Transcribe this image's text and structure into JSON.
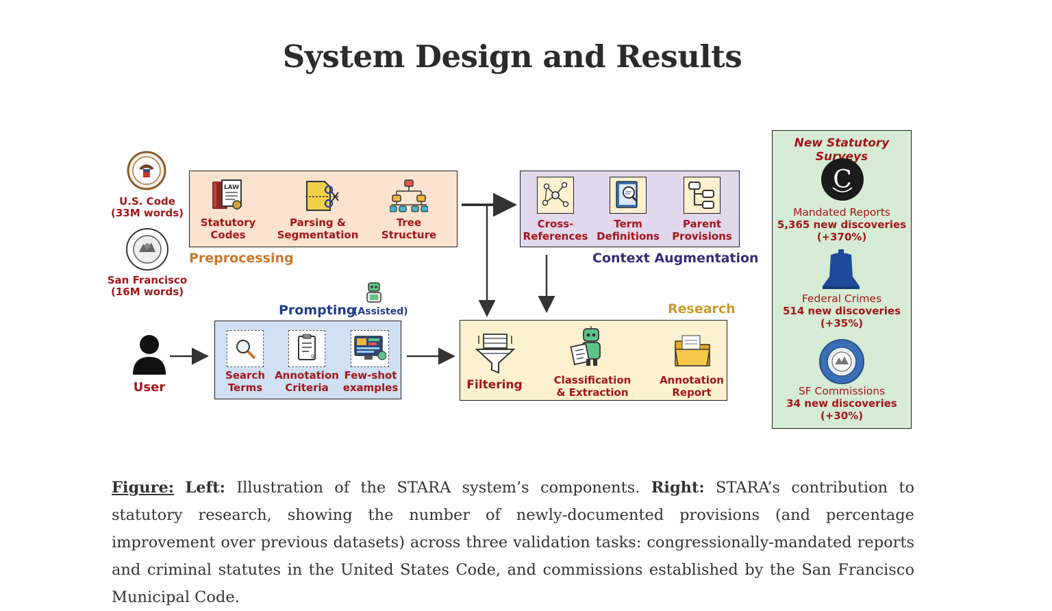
{
  "title": "System Design and Results",
  "sources": [
    {
      "name": "U.S. Code",
      "size": "(33M words)"
    },
    {
      "name": "San Francisco",
      "size": "(16M words)"
    }
  ],
  "preprocessing": {
    "label": "Preprocessing",
    "steps": [
      {
        "l1": "Statutory",
        "l2": "Codes",
        "icon": "law-book-icon"
      },
      {
        "l1": "Parsing &",
        "l2": "Segmentation",
        "icon": "scissors-document-icon"
      },
      {
        "l1": "Tree",
        "l2": "Structure",
        "icon": "tree-structure-icon"
      }
    ]
  },
  "context": {
    "label": "Context Augmentation",
    "steps": [
      {
        "l1": "Cross-",
        "l2": "References",
        "icon": "network-icon"
      },
      {
        "l1": "Term",
        "l2": "Definitions",
        "icon": "book-search-icon"
      },
      {
        "l1": "Parent",
        "l2": "Provisions",
        "icon": "hierarchy-icon"
      }
    ]
  },
  "prompting": {
    "label": "Prompting",
    "assisted": "(Assisted)",
    "steps": [
      {
        "l1": "Search",
        "l2": "Terms",
        "icon": "magnifier-icon"
      },
      {
        "l1": "Annotation",
        "l2": "Criteria",
        "icon": "checklist-icon"
      },
      {
        "l1": "Few-shot",
        "l2": "examples",
        "icon": "screen-examples-icon"
      }
    ]
  },
  "research": {
    "label": "Research",
    "steps": [
      {
        "l1": "Filtering",
        "icon": "funnel-icon"
      },
      {
        "l1": "Classification",
        "l2": "& Extraction",
        "icon": "robot-icon"
      },
      {
        "l1": "Annotation",
        "l2": "Report",
        "icon": "folder-icon"
      }
    ]
  },
  "user_label": "User",
  "surveys": {
    "title": "New Statutory Surveys",
    "items": [
      {
        "name": "Mandated Reports",
        "count": "5,365 new discoveries",
        "pct": "(+370%)"
      },
      {
        "name": "Federal Crimes",
        "count": "514 new discoveries",
        "pct": "(+35%)"
      },
      {
        "name": "SF Commissions",
        "count": "34 new discoveries",
        "pct": "(+30%)"
      }
    ]
  },
  "caption": {
    "figure": "Figure:",
    "left": "Left:",
    "left_text": " Illustration of the STARA system’s components. ",
    "right": "Right:",
    "right_text": " STARA’s contribution to statutory research, showing the number of newly-documented provisions (and percentage improvement over previous datasets) across three validation tasks: congressionally-mandated reports and criminal statutes in the United States Code, and commissions established by the San Francisco Municipal Code."
  },
  "colors": {
    "accent_red": "#a3151a",
    "preprocessing_bg": "#fbe3cf",
    "preprocessing_label": "#c9762a",
    "context_bg": "#e2d8ee",
    "context_label": "#3a2a7a",
    "prompting_bg": "#cfe1f2",
    "prompting_label": "#1f3f8a",
    "research_bg": "#fdf1cf",
    "research_label": "#c79a2a",
    "surveys_bg": "#d6ecd4"
  }
}
